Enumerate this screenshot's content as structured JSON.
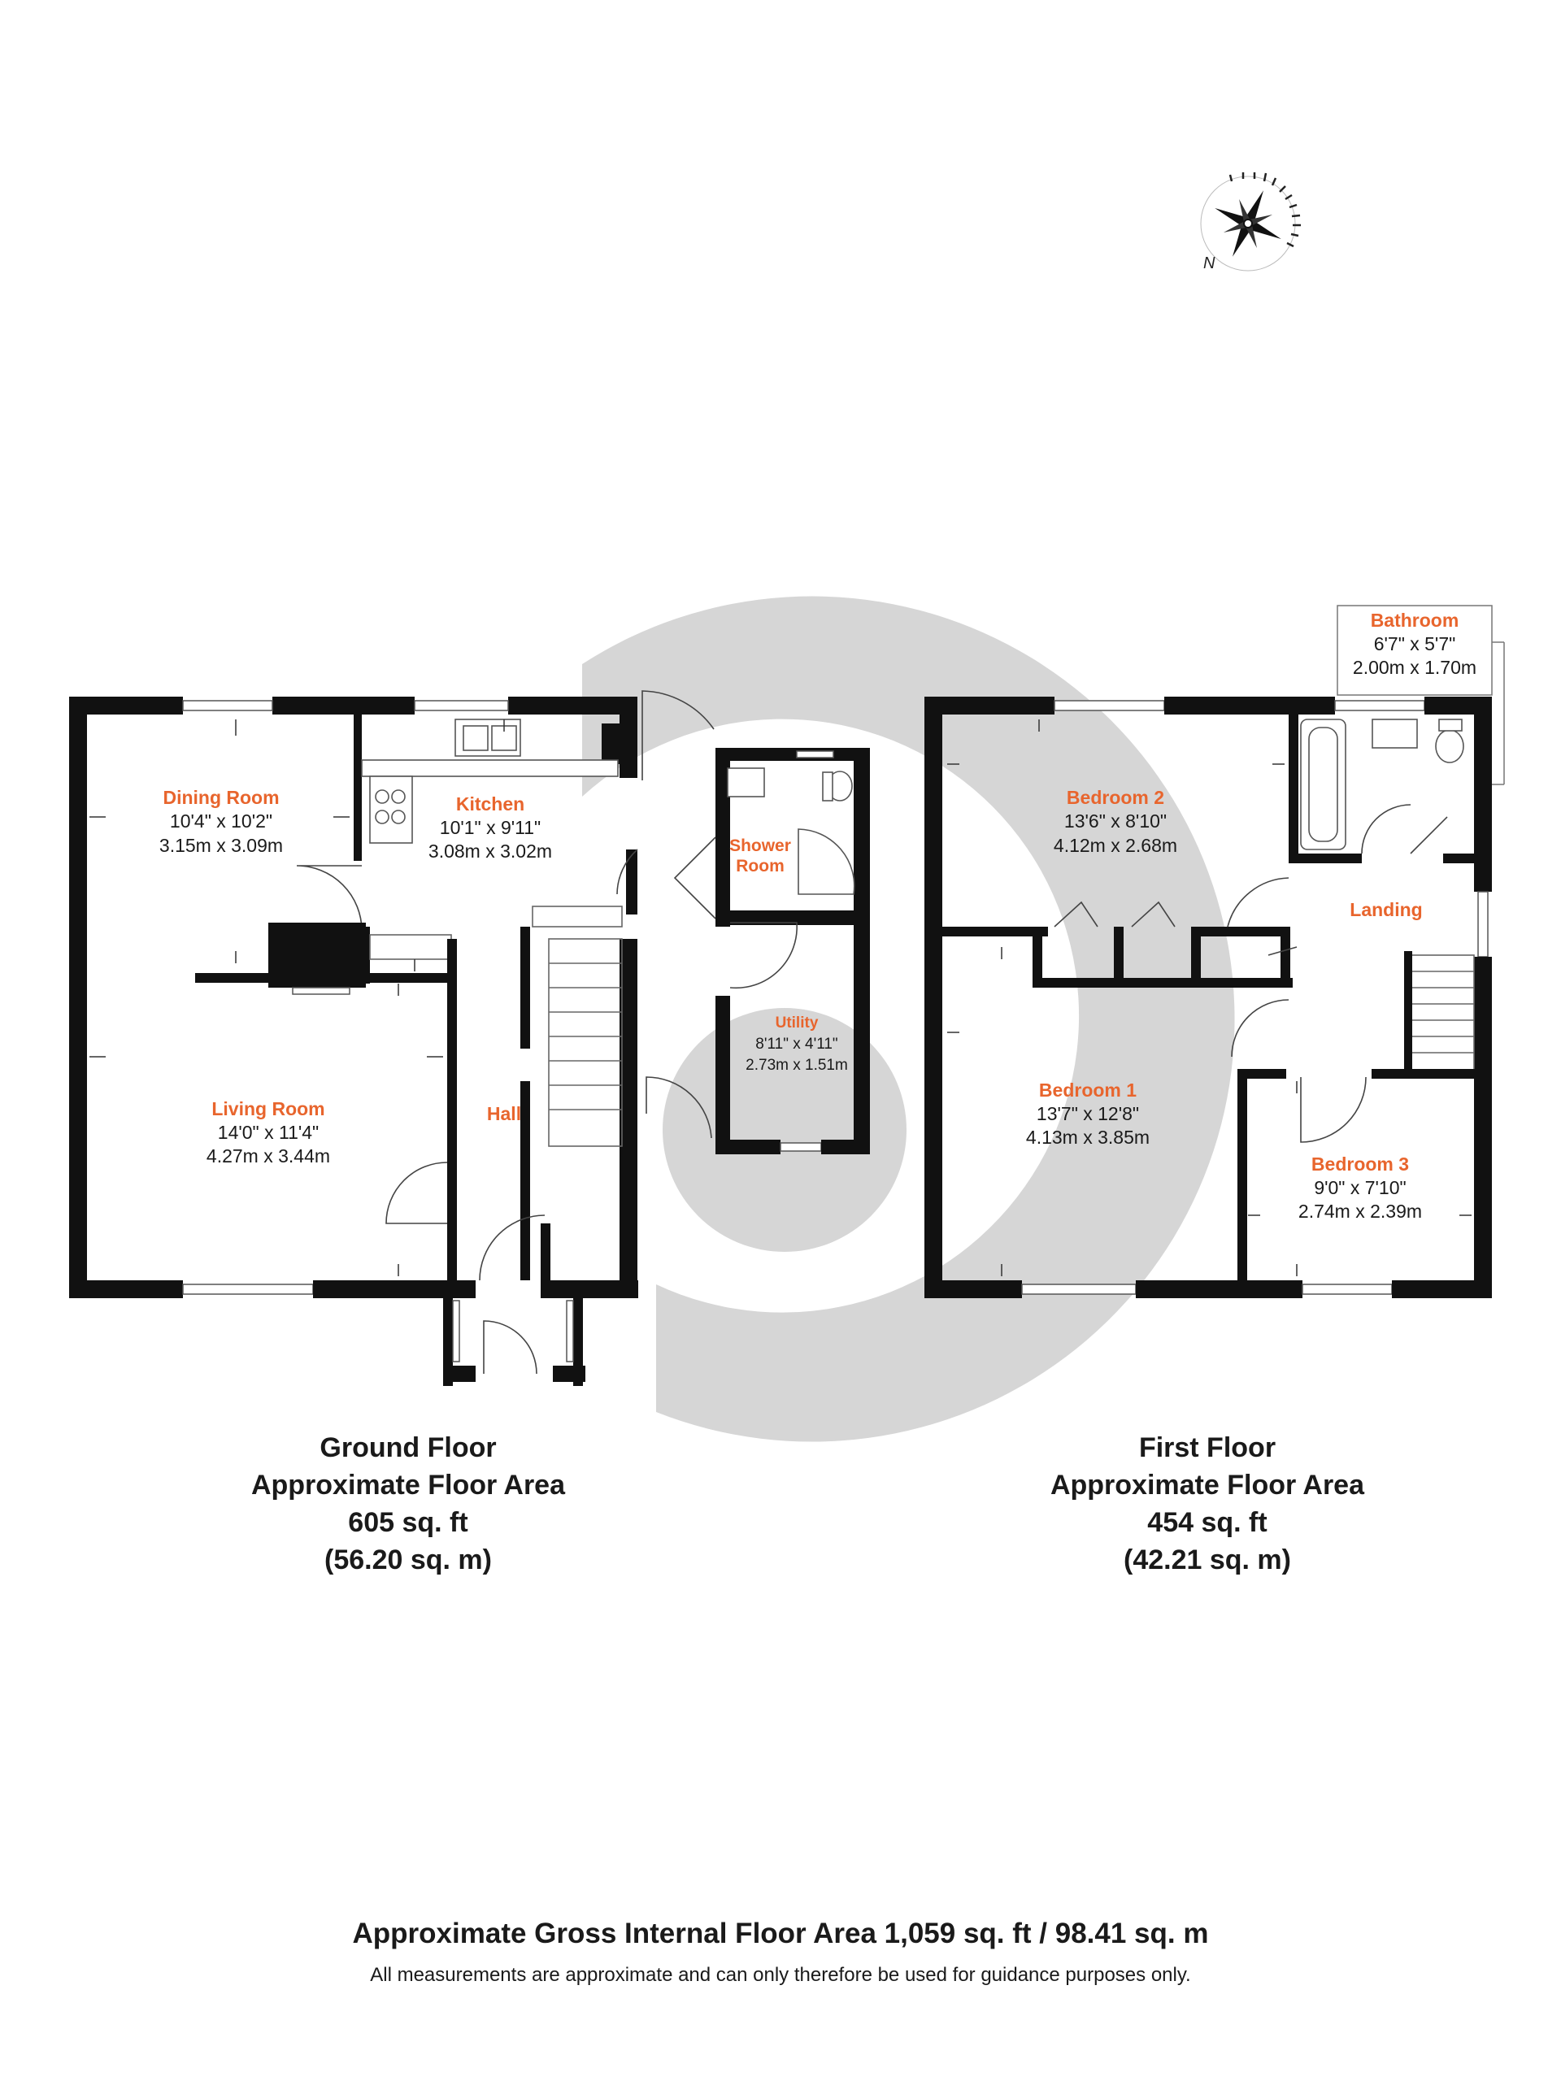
{
  "ground_floor": {
    "rooms": {
      "dining_room": {
        "name": "Dining Room",
        "imperial": "10'4\" x 10'2\"",
        "metric": "3.15m x 3.09m"
      },
      "kitchen": {
        "name": "Kitchen",
        "imperial": "10'1\" x 9'11\"",
        "metric": "3.08m x 3.02m"
      },
      "shower_room": {
        "name_line1": "Shower",
        "name_line2": "Room"
      },
      "utility": {
        "name": "Utility",
        "imperial": "8'11\" x 4'11\"",
        "metric": "2.73m x 1.51m"
      },
      "living_room": {
        "name": "Living Room",
        "imperial": "14'0\" x 11'4\"",
        "metric": "4.27m x 3.44m"
      },
      "hall": {
        "name": "Hall"
      }
    },
    "caption": {
      "title": "Ground Floor",
      "subtitle": "Approximate Floor Area",
      "area_imperial": "605 sq. ft",
      "area_metric": "(56.20 sq. m)"
    }
  },
  "first_floor": {
    "rooms": {
      "bathroom": {
        "name": "Bathroom",
        "imperial": "6'7\" x 5'7\"",
        "metric": "2.00m x 1.70m"
      },
      "bedroom_2": {
        "name": "Bedroom 2",
        "imperial": "13'6\" x 8'10\"",
        "metric": "4.12m x 2.68m"
      },
      "landing": {
        "name": "Landing"
      },
      "bedroom_1": {
        "name": "Bedroom 1",
        "imperial": "13'7\" x 12'8\"",
        "metric": "4.13m x 3.85m"
      },
      "bedroom_3": {
        "name": "Bedroom 3",
        "imperial": "9'0\" x 7'10\"",
        "metric": "2.74m x 2.39m"
      }
    },
    "caption": {
      "title": "First Floor",
      "subtitle": "Approximate Floor Area",
      "area_imperial": "454 sq. ft",
      "area_metric": "(42.21 sq. m)"
    }
  },
  "compass": {
    "letter": "N"
  },
  "footer": {
    "gross_area": "Approximate Gross Internal Floor Area 1,059 sq. ft / 98.41 sq. m",
    "disclaimer": "All measurements are approximate and can only therefore be used for guidance purposes only."
  },
  "colors": {
    "room_name": "#e8652d",
    "walls": "#111111",
    "watermark": "#d6d6d6",
    "text": "#1a1a1a"
  }
}
